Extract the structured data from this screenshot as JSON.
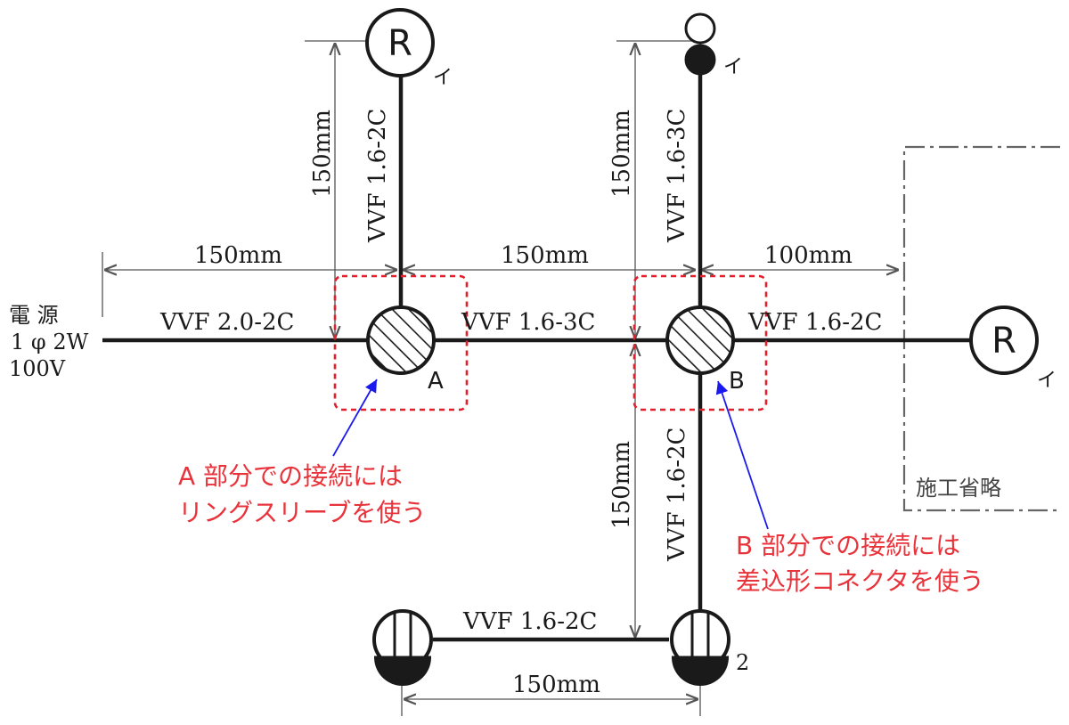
{
  "power_source": {
    "line1": "電 源",
    "line2": "1 φ 2W",
    "line3": "100V"
  },
  "cables": {
    "main": "VVF 2.0-2C",
    "a_to_b": "VVF 1.6-3C",
    "b_to_right": "VVF 1.6-2C",
    "a_up": "VVF 1.6-2C",
    "b_up": "VVF 1.6-3C",
    "b_down": "VVF 1.6-2C",
    "bottom": "VVF 1.6-2C"
  },
  "dimensions": {
    "top_left": "150mm",
    "top_mid": "150mm",
    "top_right": "100mm",
    "a_up": "150mm",
    "b_up": "150mm",
    "b_down": "150mm",
    "bottom": "150mm"
  },
  "fixtures": {
    "receptacle_letter": "R",
    "sub_label": "イ",
    "switch_number": "2"
  },
  "boxes": {
    "a_label": "A",
    "b_label": "B"
  },
  "annotations": {
    "a_line1": "A 部分での接続には",
    "a_line2": "リングスリーブを使う",
    "b_line1": "B 部分での接続には",
    "b_line2": "差込形コネクタを使う"
  },
  "omitted_area": "施工省略",
  "colors": {
    "wire": "#1a1a1a",
    "dimension": "#555555",
    "highlight_box": "#e0202a",
    "note_text": "#e8333b",
    "pointer": "#1a1aee"
  }
}
